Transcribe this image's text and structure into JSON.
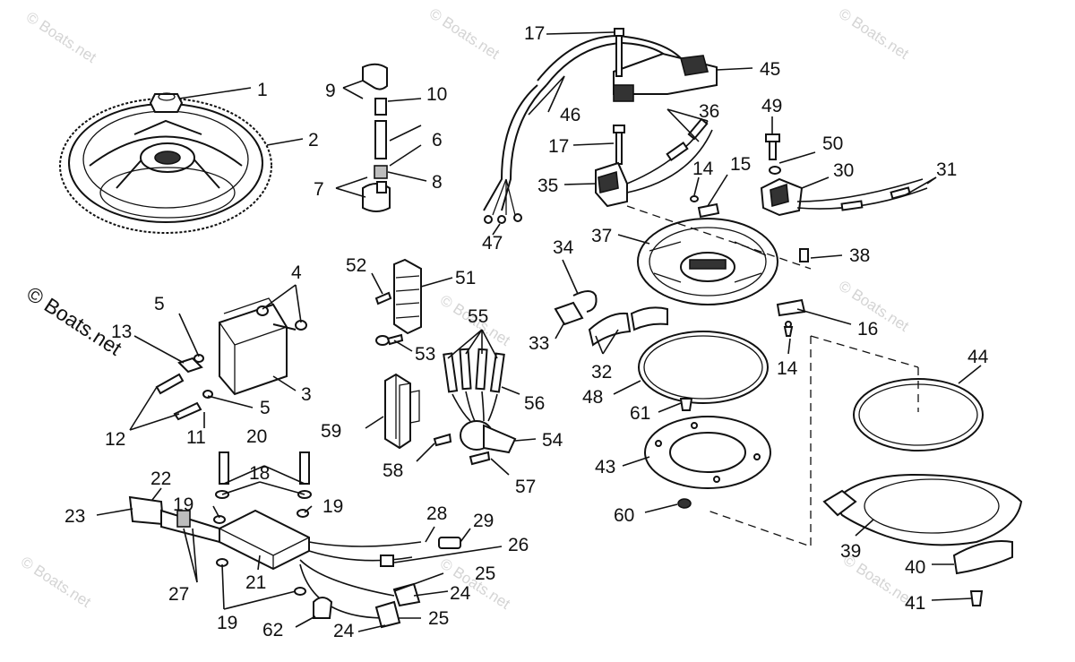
{
  "watermark": "© Boats.net",
  "callouts": [
    {
      "id": "callout-1",
      "label": "1"
    },
    {
      "id": "callout-2",
      "label": "2"
    },
    {
      "id": "callout-3",
      "label": "3"
    },
    {
      "id": "callout-4",
      "label": "4"
    },
    {
      "id": "callout-5a",
      "label": "5"
    },
    {
      "id": "callout-5b",
      "label": "5"
    },
    {
      "id": "callout-6",
      "label": "6"
    },
    {
      "id": "callout-7",
      "label": "7"
    },
    {
      "id": "callout-8",
      "label": "8"
    },
    {
      "id": "callout-9",
      "label": "9"
    },
    {
      "id": "callout-10",
      "label": "10"
    },
    {
      "id": "callout-11",
      "label": "11"
    },
    {
      "id": "callout-12",
      "label": "12"
    },
    {
      "id": "callout-13",
      "label": "13"
    },
    {
      "id": "callout-14a",
      "label": "14"
    },
    {
      "id": "callout-14b",
      "label": "14"
    },
    {
      "id": "callout-15",
      "label": "15"
    },
    {
      "id": "callout-16",
      "label": "16"
    },
    {
      "id": "callout-17a",
      "label": "17"
    },
    {
      "id": "callout-17b",
      "label": "17"
    },
    {
      "id": "callout-18",
      "label": "18"
    },
    {
      "id": "callout-19a",
      "label": "19"
    },
    {
      "id": "callout-19b",
      "label": "19"
    },
    {
      "id": "callout-19c",
      "label": "19"
    },
    {
      "id": "callout-20",
      "label": "20"
    },
    {
      "id": "callout-21",
      "label": "21"
    },
    {
      "id": "callout-22",
      "label": "22"
    },
    {
      "id": "callout-23",
      "label": "23"
    },
    {
      "id": "callout-24a",
      "label": "24"
    },
    {
      "id": "callout-24b",
      "label": "24"
    },
    {
      "id": "callout-25a",
      "label": "25"
    },
    {
      "id": "callout-25b",
      "label": "25"
    },
    {
      "id": "callout-26",
      "label": "26"
    },
    {
      "id": "callout-27",
      "label": "27"
    },
    {
      "id": "callout-28",
      "label": "28"
    },
    {
      "id": "callout-29",
      "label": "29"
    },
    {
      "id": "callout-30",
      "label": "30"
    },
    {
      "id": "callout-31",
      "label": "31"
    },
    {
      "id": "callout-32",
      "label": "32"
    },
    {
      "id": "callout-33",
      "label": "33"
    },
    {
      "id": "callout-34",
      "label": "34"
    },
    {
      "id": "callout-35",
      "label": "35"
    },
    {
      "id": "callout-36",
      "label": "36"
    },
    {
      "id": "callout-37",
      "label": "37"
    },
    {
      "id": "callout-38",
      "label": "38"
    },
    {
      "id": "callout-39",
      "label": "39"
    },
    {
      "id": "callout-40",
      "label": "40"
    },
    {
      "id": "callout-41",
      "label": "41"
    },
    {
      "id": "callout-43",
      "label": "43"
    },
    {
      "id": "callout-44",
      "label": "44"
    },
    {
      "id": "callout-45",
      "label": "45"
    },
    {
      "id": "callout-46",
      "label": "46"
    },
    {
      "id": "callout-47",
      "label": "47"
    },
    {
      "id": "callout-48",
      "label": "48"
    },
    {
      "id": "callout-49",
      "label": "49"
    },
    {
      "id": "callout-50",
      "label": "50"
    },
    {
      "id": "callout-51",
      "label": "51"
    },
    {
      "id": "callout-52",
      "label": "52"
    },
    {
      "id": "callout-53",
      "label": "53"
    },
    {
      "id": "callout-54",
      "label": "54"
    },
    {
      "id": "callout-55",
      "label": "55"
    },
    {
      "id": "callout-56",
      "label": "56"
    },
    {
      "id": "callout-57",
      "label": "57"
    },
    {
      "id": "callout-58",
      "label": "58"
    },
    {
      "id": "callout-59",
      "label": "59"
    },
    {
      "id": "callout-60",
      "label": "60"
    },
    {
      "id": "callout-61",
      "label": "61"
    },
    {
      "id": "callout-62",
      "label": "62"
    }
  ]
}
